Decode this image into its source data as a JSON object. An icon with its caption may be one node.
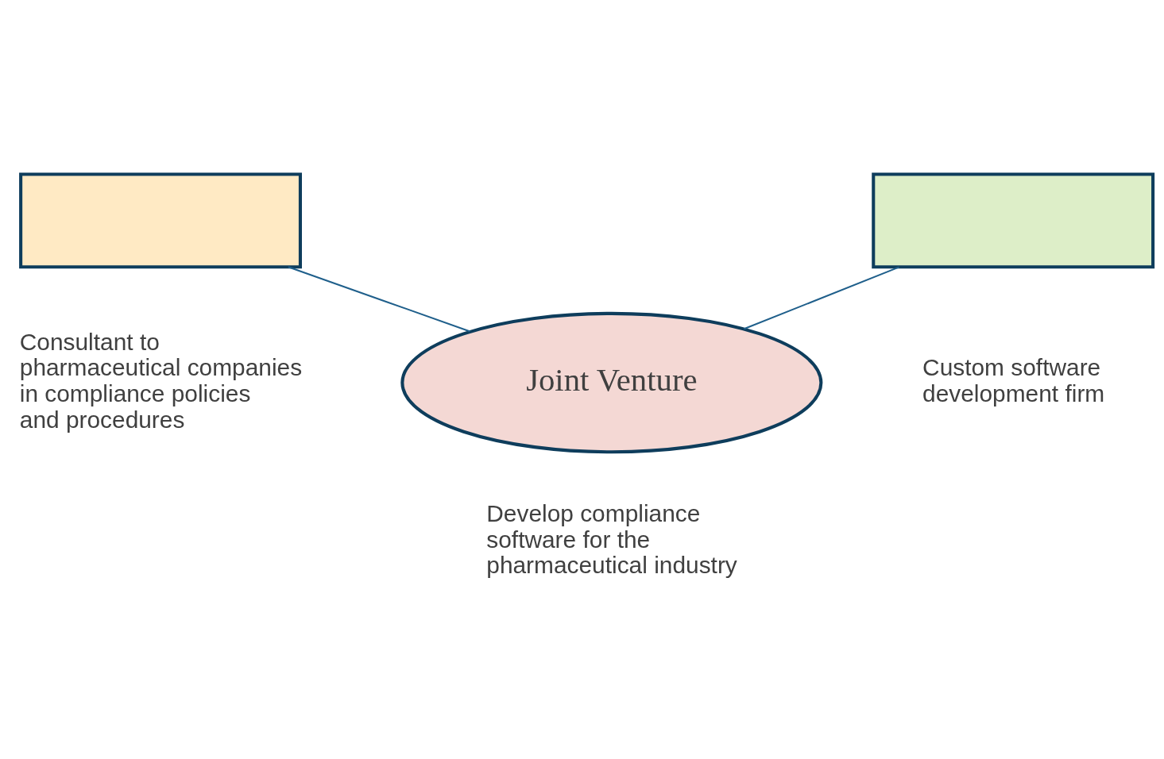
{
  "diagram": {
    "nodes": [
      {
        "text": [],
        "shape": "box",
        "beside": [
          "Consultant to pharmaceutical companies in compliance policies and procedures"
        ]
      },
      {
        "text": [],
        "shape": "box",
        "beside": [
          "Custom software development firm"
        ]
      },
      {
        "text": [
          "Joint Venture"
        ],
        "beside": [
          "Develop compliance software for the pharmaceutical industry"
        ]
      }
    ],
    "edges": [
      {
        "from": 0,
        "to": 2,
        "arrow": "none"
      },
      {
        "from": 1,
        "to": 2,
        "arrow": "none"
      }
    ]
  }
}
